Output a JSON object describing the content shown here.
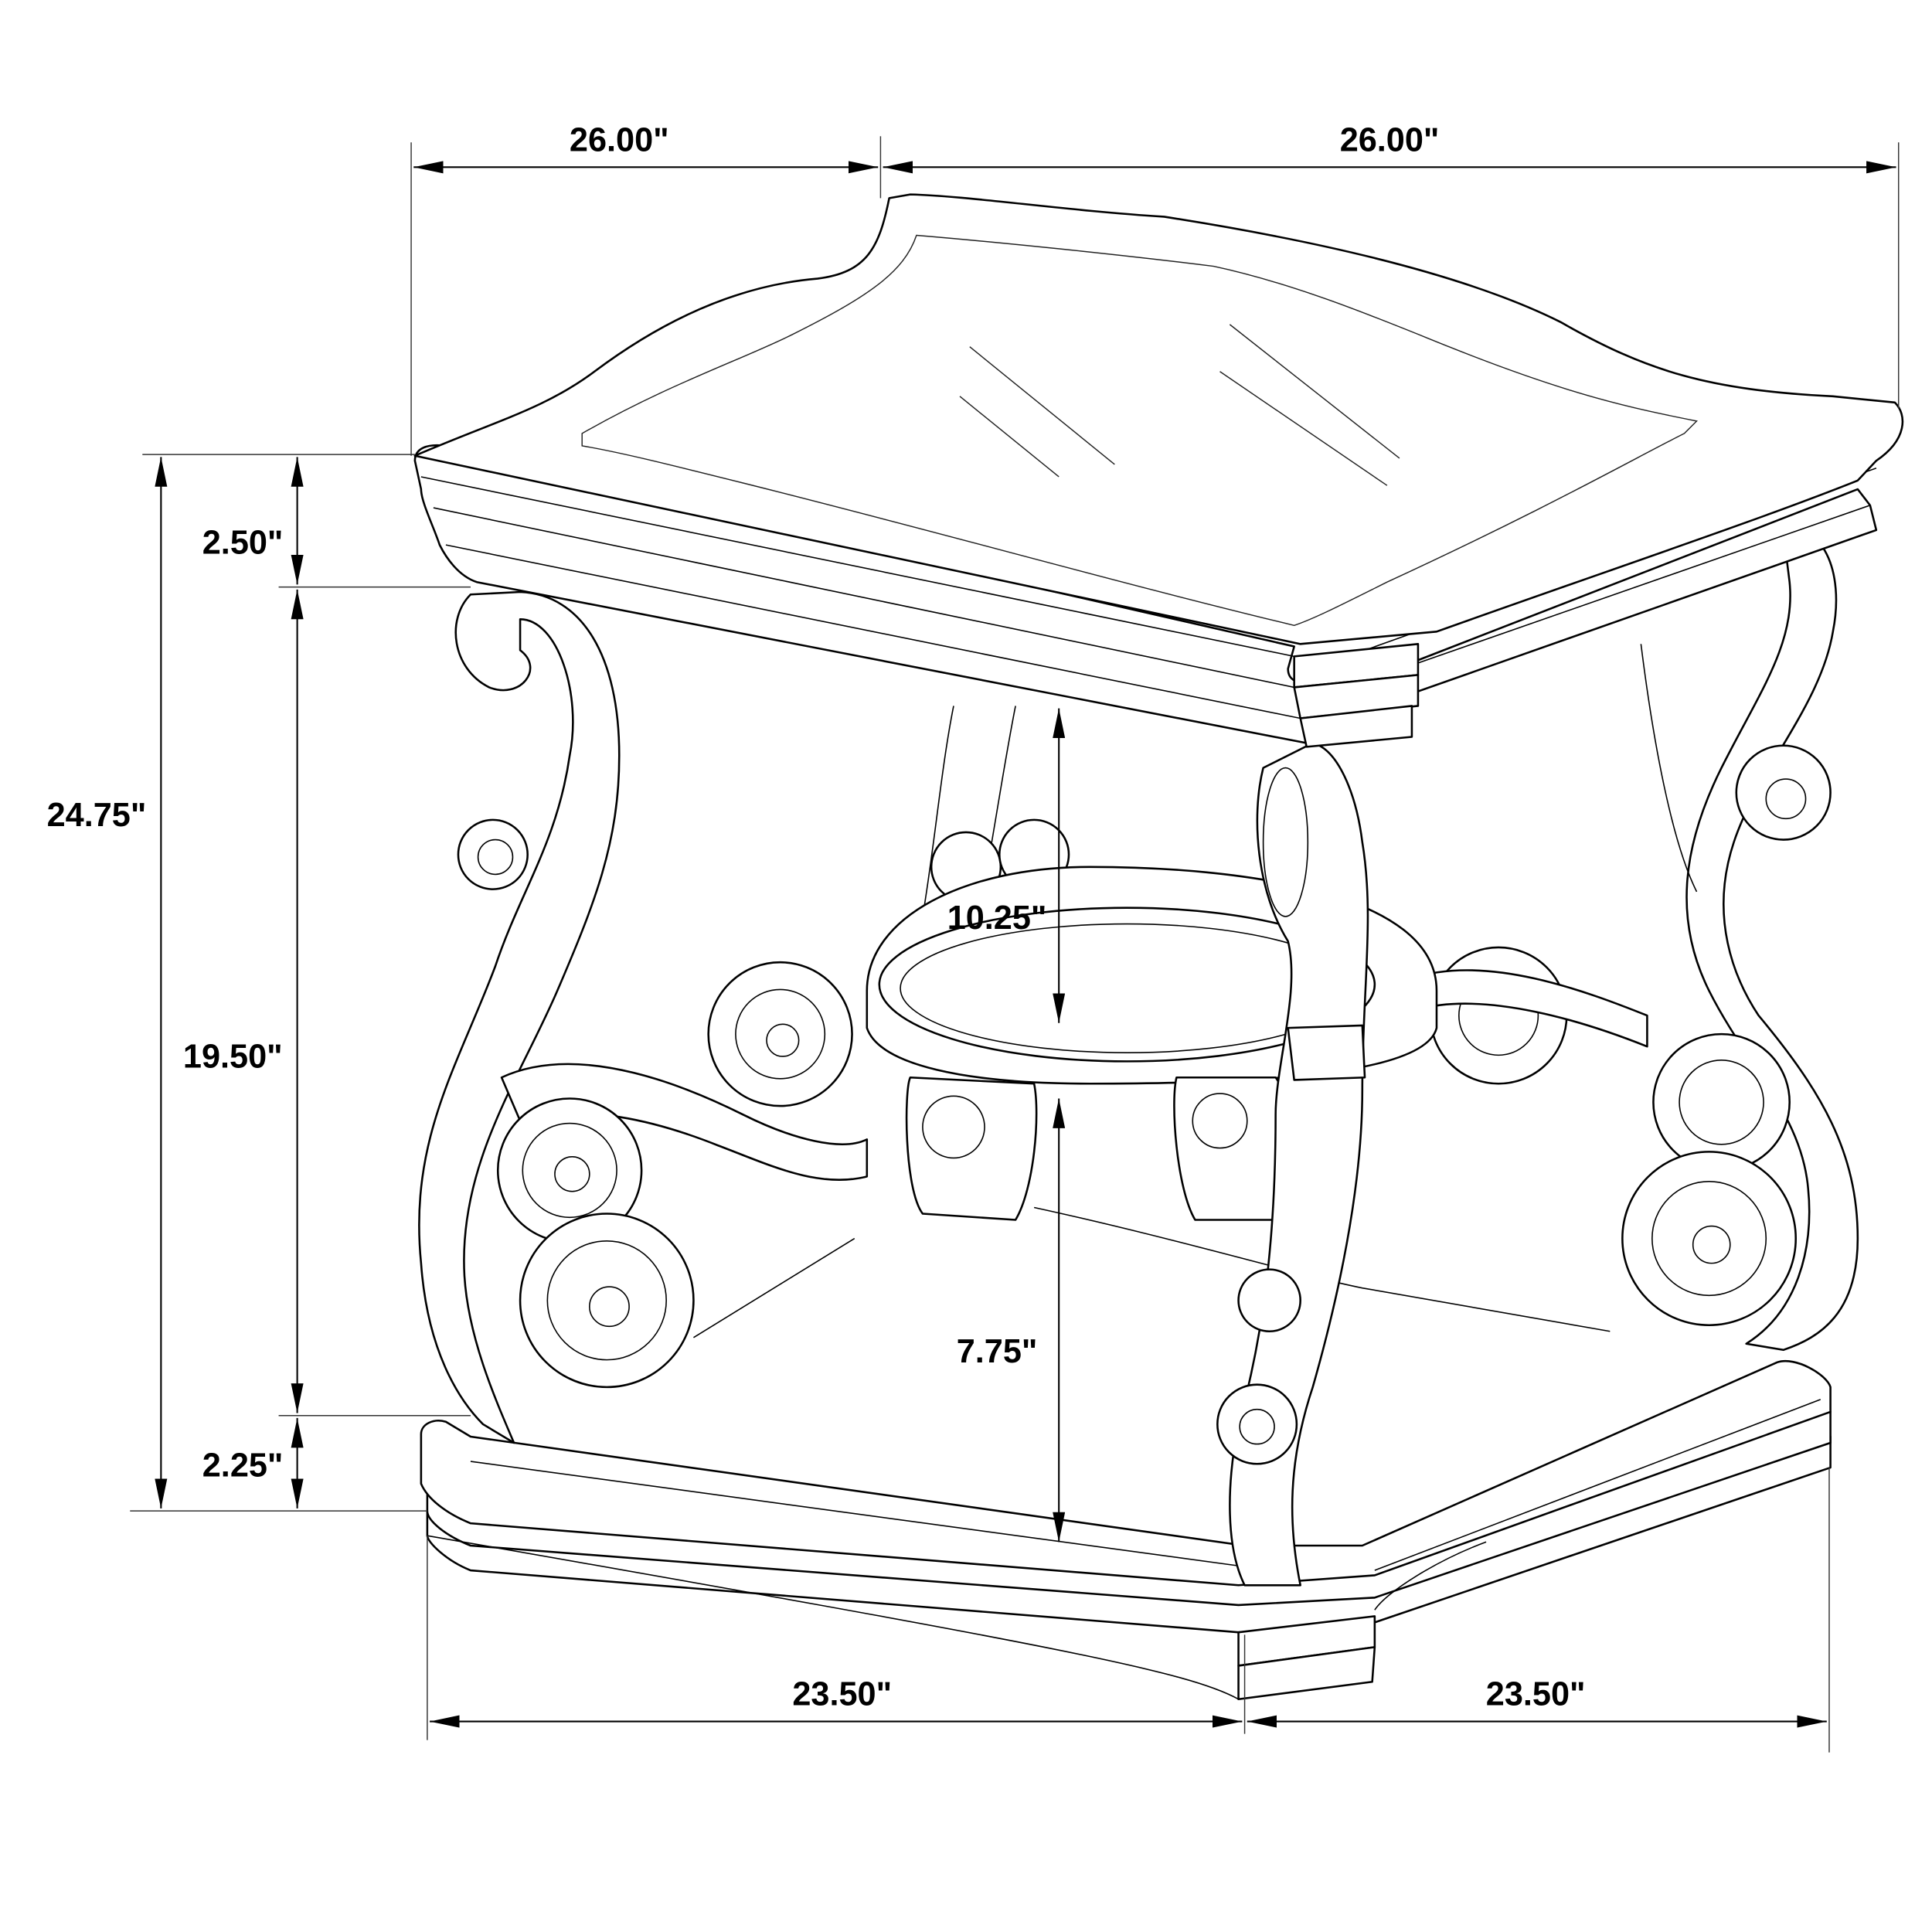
{
  "drawing": {
    "subject": "Scrolled metal end table with glass top and round lower shelf",
    "colors": {
      "line": "#000000",
      "background": "#ffffff"
    }
  },
  "dimensions": {
    "top_width_left": "26.00\"",
    "top_width_right": "26.00\"",
    "overall_height": "24.75\"",
    "top_thickness": "2.50\"",
    "leg_height": "19.50\"",
    "base_thickness": "2.25\"",
    "upper_clearance": "10.25\"",
    "lower_clearance": "7.75\"",
    "base_width_left": "23.50\"",
    "base_width_right": "23.50\""
  }
}
